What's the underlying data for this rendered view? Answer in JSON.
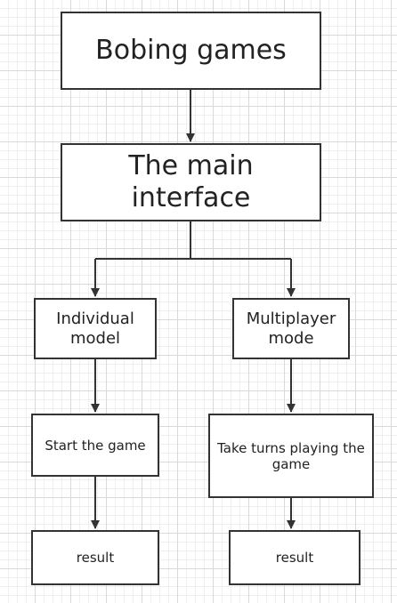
{
  "nodes": {
    "bobing": "Bobing games",
    "main": "The main interface",
    "individual": "Individual model",
    "multiplayer": "Multiplayer mode",
    "start": "Start the game",
    "take_turns": "Take turns playing the game",
    "result_left": "result",
    "result_right": "result"
  },
  "colors": {
    "stroke": "#333333",
    "grid": "#d9d9d9",
    "background": "#ffffff"
  }
}
